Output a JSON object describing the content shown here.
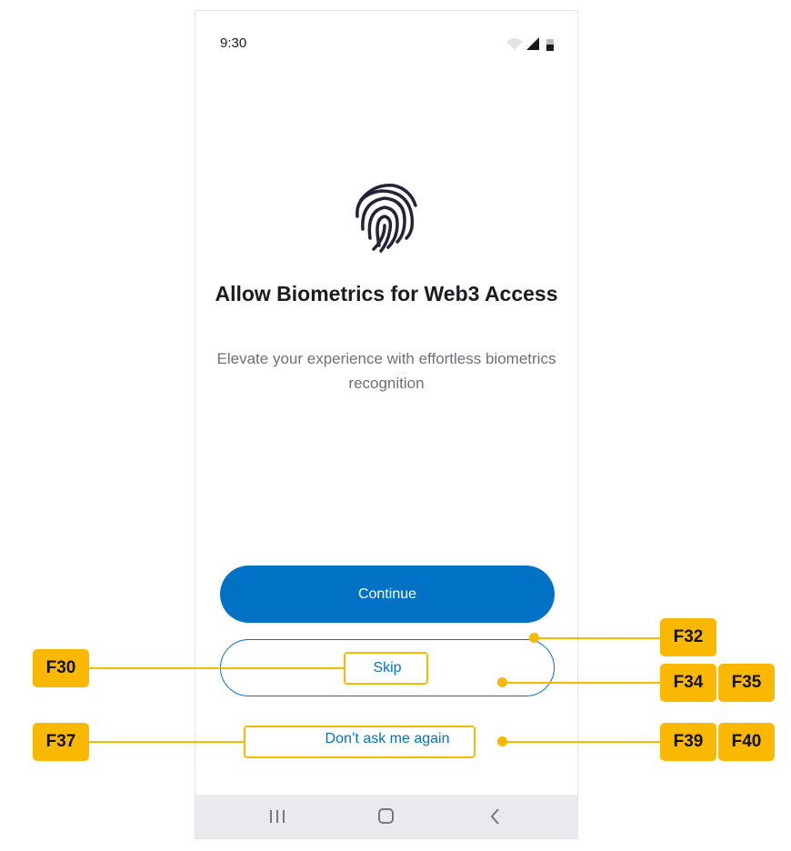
{
  "status_bar": {
    "time": "9:30"
  },
  "content": {
    "title": "Allow Biometrics for Web3 Access",
    "subtitle": "Elevate your experience with effortless biometrics recognition"
  },
  "buttons": {
    "continue": "Continue",
    "skip": "Skip",
    "dont_ask": "Don’t ask me again"
  },
  "annotations": [
    "F30",
    "F32",
    "F34",
    "F35",
    "F37",
    "F39",
    "F40"
  ],
  "colors": {
    "primary": "#0072c6",
    "annotation": "#fbb800"
  }
}
